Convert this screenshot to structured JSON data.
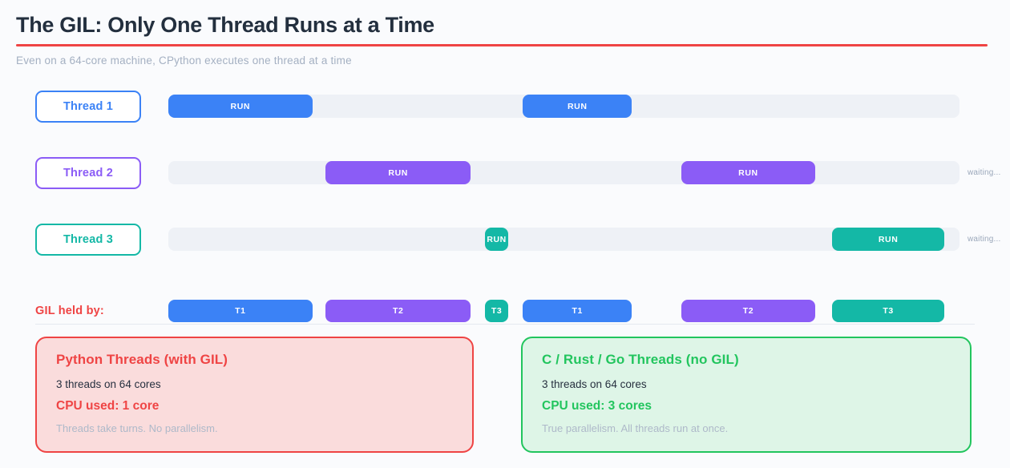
{
  "page": {
    "title": "The GIL: Only One Thread Runs at a Time",
    "subtitle": "Even on a 64-core machine, CPython executes one thread at a time"
  },
  "colors": {
    "blue": "#3b82f6",
    "purple": "#8b5cf6",
    "teal": "#14b8a6",
    "red": "#ef4444",
    "green": "#22c55e",
    "dark_text": "#232f3e",
    "muted_text": "#a4b0c2",
    "track_bg": "#eef1f6",
    "accent_underline": "#ef4444"
  },
  "threads": [
    {
      "label": "Thread 1",
      "accent": "#3b82f6",
      "waiting": "",
      "runs": [
        {
          "label": "RUN",
          "color": "blue",
          "left_pct": 0,
          "width_pct": 18.2
        },
        {
          "label": "RUN",
          "color": "blue",
          "left_pct": 44.8,
          "width_pct": 13.8
        }
      ]
    },
    {
      "label": "Thread 2",
      "accent": "#8b5cf6",
      "waiting": "waiting...",
      "runs": [
        {
          "label": "RUN",
          "color": "purple",
          "left_pct": 19.9,
          "width_pct": 18.3
        },
        {
          "label": "RUN",
          "color": "purple",
          "left_pct": 64.8,
          "width_pct": 17.0
        }
      ]
    },
    {
      "label": "Thread 3",
      "accent": "#14b8a6",
      "waiting": "waiting...",
      "runs": [
        {
          "label": "RUN",
          "color": "teal",
          "left_pct": 40.0,
          "width_pct": 3.0
        },
        {
          "label": "RUN",
          "color": "teal",
          "left_pct": 83.9,
          "width_pct": 14.2
        }
      ]
    }
  ],
  "gil": {
    "label": "GIL held by:",
    "label_color": "#ef4444",
    "segments": [
      {
        "label": "T1",
        "color": "blue",
        "left_pct": 0,
        "width_pct": 18.2
      },
      {
        "label": "T2",
        "color": "purple",
        "left_pct": 19.9,
        "width_pct": 18.3
      },
      {
        "label": "T3",
        "color": "teal",
        "left_pct": 40.0,
        "width_pct": 3.0
      },
      {
        "label": "T1",
        "color": "blue",
        "left_pct": 44.8,
        "width_pct": 13.8
      },
      {
        "label": "T2",
        "color": "purple",
        "left_pct": 64.8,
        "width_pct": 17.0
      },
      {
        "label": "T3",
        "color": "teal",
        "left_pct": 83.9,
        "width_pct": 14.2
      }
    ]
  },
  "cards": [
    {
      "title": "Python Threads (with GIL)",
      "line1": "3 threads on 64 cores",
      "line2": "CPU used: 1 core",
      "line3": "Threads take turns. No parallelism.",
      "accent_color": "#ef4444",
      "border_color": "#ef4444",
      "bg_color": "#fadcdc"
    },
    {
      "title": "C / Rust / Go Threads (no GIL)",
      "line1": "3 threads on 64 cores",
      "line2": "CPU used: 3 cores",
      "line3": "True parallelism. All threads run at once.",
      "accent_color": "#22c55e",
      "border_color": "#22c55e",
      "bg_color": "#def5e7"
    }
  ]
}
